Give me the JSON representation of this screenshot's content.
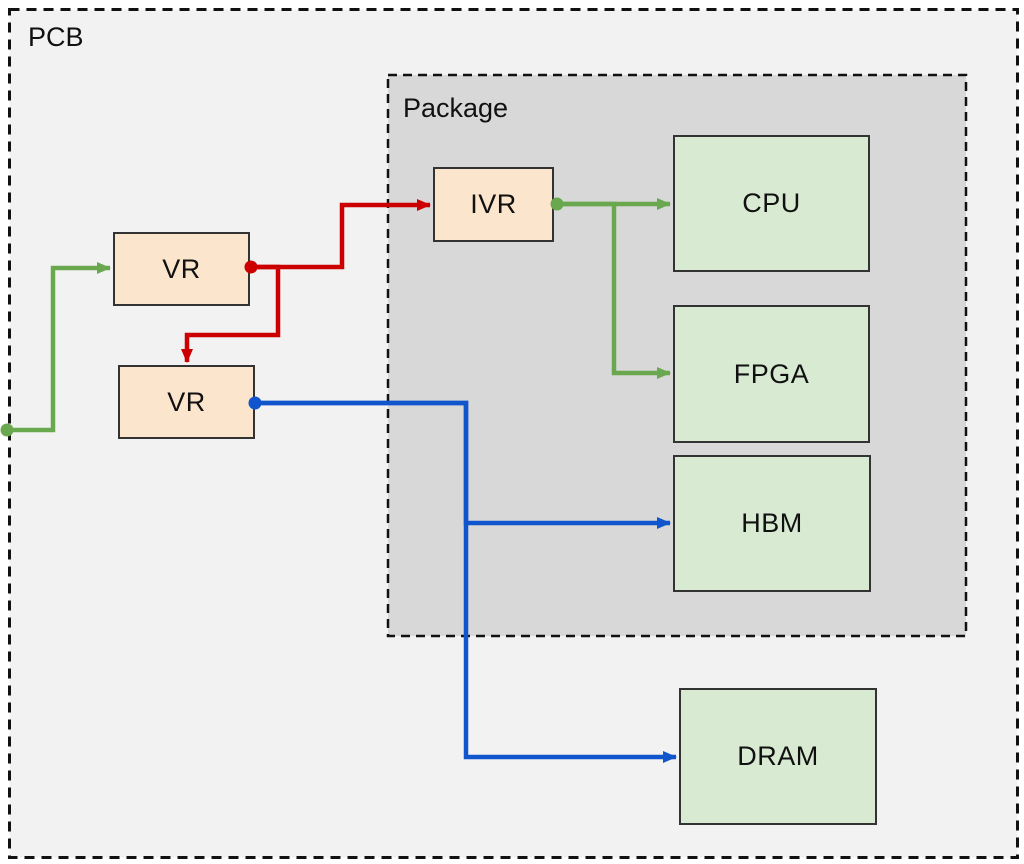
{
  "diagram": {
    "pcb_label": "PCB",
    "package_label": "Package",
    "nodes": {
      "vr1": {
        "label": "VR"
      },
      "vr2": {
        "label": "VR"
      },
      "ivr": {
        "label": "IVR"
      },
      "cpu": {
        "label": "CPU"
      },
      "fpga": {
        "label": "FPGA"
      },
      "hbm": {
        "label": "HBM"
      },
      "dram": {
        "label": "DRAM"
      }
    },
    "colors": {
      "green": "#6aa84f",
      "red": "#cc0000",
      "blue": "#1155cc",
      "vr_fill": "#fce5cd",
      "sink_fill": "#d9ead3",
      "package_fill": "#d8d8d8",
      "pcb_fill": "#f2f2f2",
      "dash_border": "#111111",
      "box_border": "#333333"
    }
  }
}
